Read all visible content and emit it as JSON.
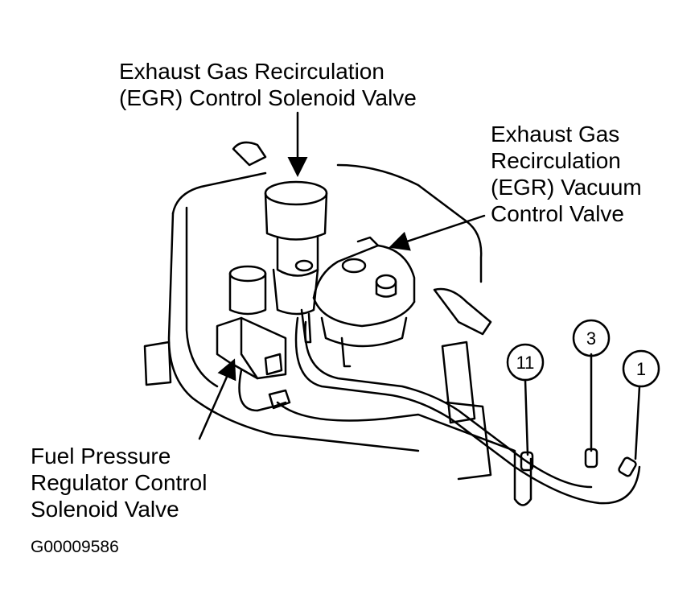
{
  "labels": {
    "egr_control_solenoid": [
      "Exhaust Gas Recirculation",
      "(EGR) Control Solenoid Valve"
    ],
    "egr_vacuum_control": [
      "Exhaust Gas",
      "Recirculation",
      "(EGR) Vacuum",
      "Control Valve"
    ],
    "fuel_pressure_regulator": [
      "Fuel Pressure",
      "Regulator Control",
      "Solenoid Valve"
    ]
  },
  "callouts": [
    "11",
    "3",
    "1"
  ],
  "figure_id": "G00009586"
}
